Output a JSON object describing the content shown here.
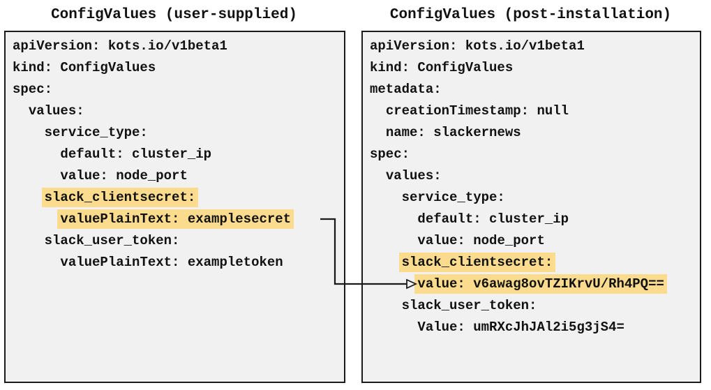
{
  "left_panel": {
    "title": "ConfigValues (user-supplied)",
    "lines": [
      {
        "indent": 0,
        "text": "apiVersion: kots.io/v1beta1",
        "highlighted": false
      },
      {
        "indent": 0,
        "text": "kind: ConfigValues",
        "highlighted": false
      },
      {
        "indent": 0,
        "text": "spec:",
        "highlighted": false
      },
      {
        "indent": 2,
        "text": "values:",
        "highlighted": false
      },
      {
        "indent": 4,
        "text": "service_type:",
        "highlighted": false
      },
      {
        "indent": 6,
        "text": "default: cluster_ip",
        "highlighted": false
      },
      {
        "indent": 6,
        "text": "value: node_port",
        "highlighted": false
      },
      {
        "indent": 4,
        "text": "slack_clientsecret:",
        "highlighted": true
      },
      {
        "indent": 6,
        "text": "valuePlainText: examplesecret",
        "highlighted": true
      },
      {
        "indent": 4,
        "text": "slack_user_token:",
        "highlighted": false
      },
      {
        "indent": 6,
        "text": "valuePlainText: exampletoken",
        "highlighted": false
      }
    ]
  },
  "right_panel": {
    "title": "ConfigValues (post-installation)",
    "lines": [
      {
        "indent": 0,
        "text": "apiVersion: kots.io/v1beta1",
        "highlighted": false
      },
      {
        "indent": 0,
        "text": "kind: ConfigValues",
        "highlighted": false
      },
      {
        "indent": 0,
        "text": "metadata:",
        "highlighted": false
      },
      {
        "indent": 2,
        "text": "creationTimestamp: null",
        "highlighted": false
      },
      {
        "indent": 2,
        "text": "name: slackernews",
        "highlighted": false
      },
      {
        "indent": 0,
        "text": "spec:",
        "highlighted": false
      },
      {
        "indent": 2,
        "text": "values:",
        "highlighted": false
      },
      {
        "indent": 4,
        "text": "service_type:",
        "highlighted": false
      },
      {
        "indent": 6,
        "text": "default: cluster_ip",
        "highlighted": false
      },
      {
        "indent": 6,
        "text": "value: node_port",
        "highlighted": false
      },
      {
        "indent": 4,
        "text": "slack_clientsecret:",
        "highlighted": true
      },
      {
        "indent": 6,
        "text": "value: v6awag8ovTZIKrvU/Rh4PQ==",
        "highlighted": true
      },
      {
        "indent": 4,
        "text": "slack_user_token:",
        "highlighted": false
      },
      {
        "indent": 6,
        "text": "Value: umRXcJhJAl2i5g3jS4=",
        "highlighted": false
      }
    ]
  },
  "arrow": {
    "from": "valuePlainText: examplesecret",
    "to": "value: v6awag8ovTZIKrvU/Rh4PQ=="
  },
  "colors": {
    "highlight": "#fbdc8e",
    "panel_background": "#f1f1f1",
    "border": "#1a1a1a"
  }
}
